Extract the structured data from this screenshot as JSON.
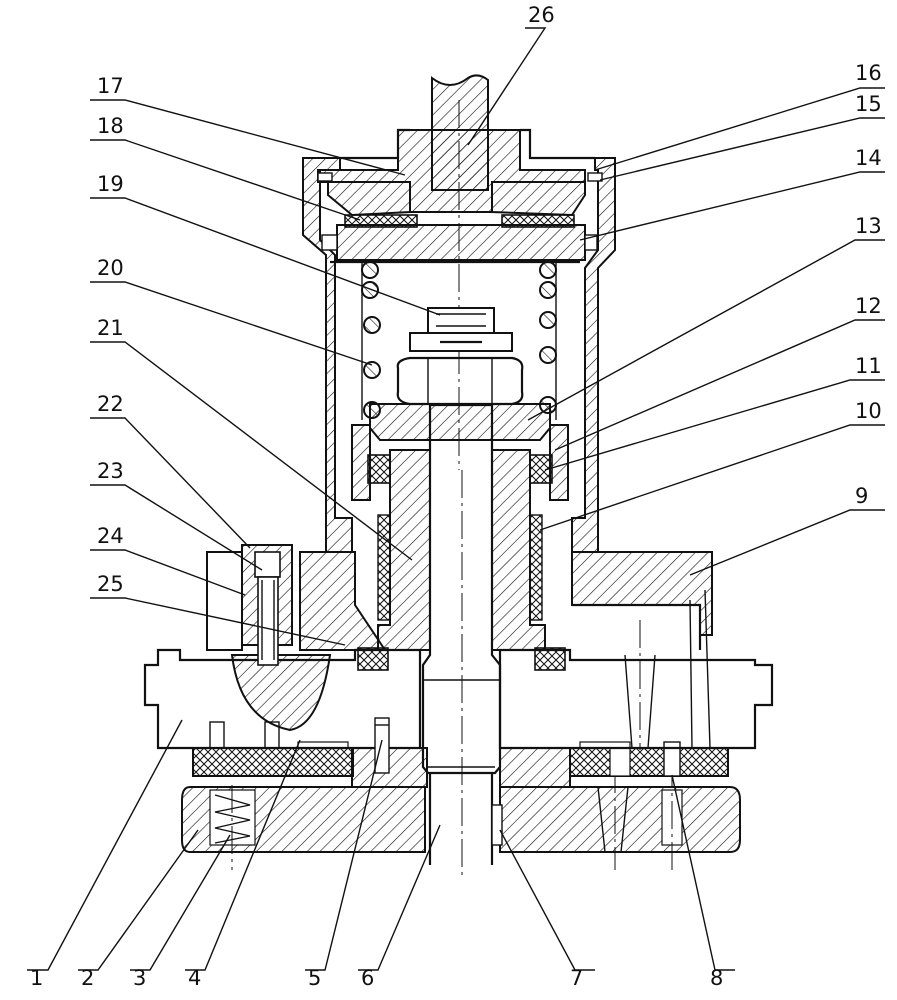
{
  "labels": {
    "l1": "1",
    "l2": "2",
    "l3": "3",
    "l4": "4",
    "l5": "5",
    "l6": "6",
    "l7": "7",
    "l8": "8",
    "l9": "9",
    "l10": "10",
    "l11": "11",
    "l12": "12",
    "l13": "13",
    "l14": "14",
    "l15": "15",
    "l16": "16",
    "l17": "17",
    "l18": "18",
    "l19": "19",
    "l20": "20",
    "l21": "21",
    "l22": "22",
    "l23": "23",
    "l24": "24",
    "l25": "25",
    "l26": "26"
  },
  "colors": {
    "ink": "#111111",
    "background": "#ffffff"
  }
}
